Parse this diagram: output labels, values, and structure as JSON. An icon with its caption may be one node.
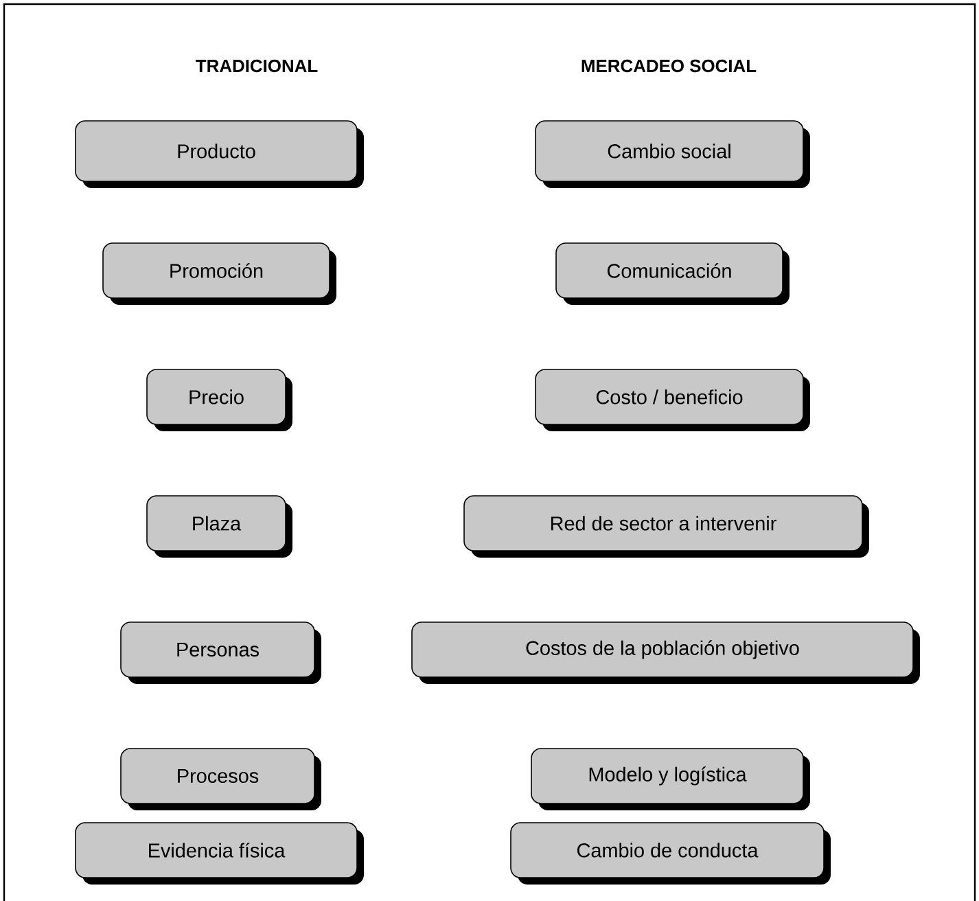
{
  "diagram": {
    "nodes": [
      {
        "text": [
          "Producto"
        ]
      },
      {
        "text": [
          "Promoción"
        ]
      },
      {
        "text": [
          "Precio"
        ]
      },
      {
        "text": [
          "Plaza"
        ]
      },
      {
        "text": [
          "Personas"
        ]
      },
      {
        "text": [
          "Procesos"
        ]
      },
      {
        "text": [
          "Evidencia física"
        ]
      },
      {
        "text": [
          "Cambio social"
        ]
      },
      {
        "text": [
          "Comunicación"
        ]
      },
      {
        "text": [
          "Costo / beneficio"
        ]
      },
      {
        "text": [
          "Red de sector a intervenir"
        ]
      },
      {
        "text": [
          "Costos de la población objetivo"
        ]
      },
      {
        "text": [
          "Modelo y logística"
        ]
      },
      {
        "text": [
          "Cambio de conducta"
        ]
      }
    ],
    "labels": [
      "TRADICIONAL",
      "MERCADEO SOCIAL"
    ]
  }
}
